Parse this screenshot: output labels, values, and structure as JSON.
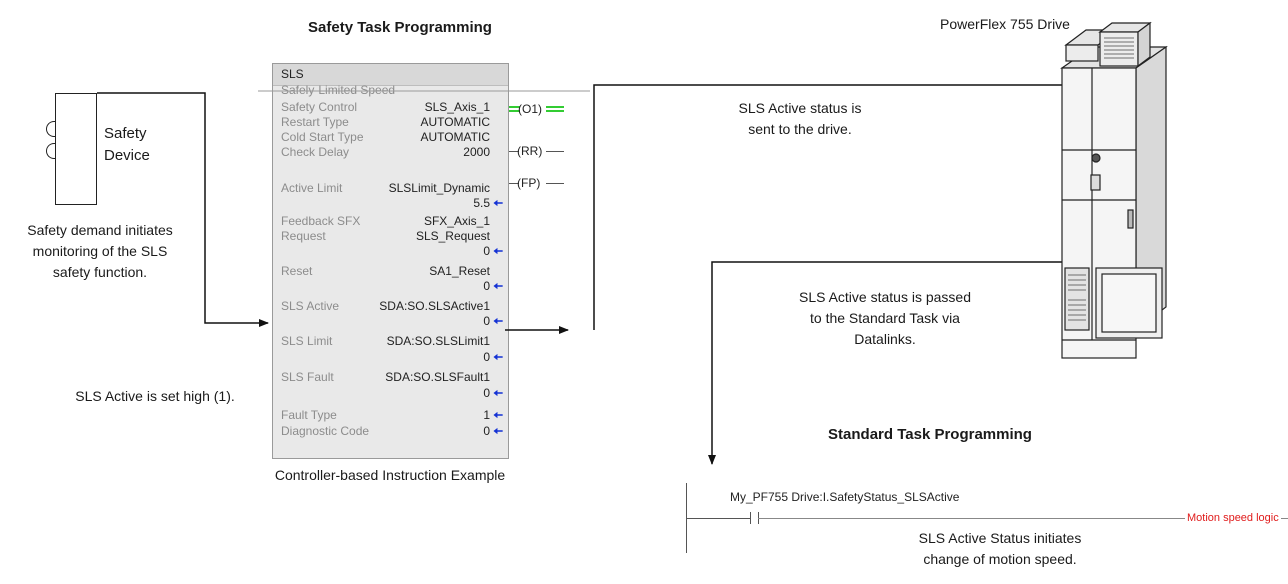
{
  "titles": {
    "safety_task": "Safety Task Programming",
    "drive": "PowerFlex 755 Drive",
    "standard_task": "Standard Task Programming"
  },
  "safety_device": {
    "label_line1": "Safety",
    "label_line2": "Device"
  },
  "captions": {
    "demand_line1": "Safety demand initiates",
    "demand_line2": "monitoring of the SLS",
    "demand_line3": "safety function.",
    "sls_active_high": "SLS Active is set high (1).",
    "sent_line1": "SLS Active status is",
    "sent_line2": "sent to the drive.",
    "passed_line1": "SLS Active status is passed",
    "passed_line2": "to the Standard Task via",
    "passed_line3": "Datalinks.",
    "instruction_example": "Controller-based Instruction Example",
    "initiates_line1": "SLS Active Status initiates",
    "initiates_line2": "change of motion speed."
  },
  "sls_block": {
    "name": "SLS",
    "description": "Safely-Limited Speed",
    "rows": [
      {
        "label": "Safety Control",
        "value": "SLS_Axis_1"
      },
      {
        "label": "Restart Type",
        "value": "AUTOMATIC"
      },
      {
        "label": "Cold Start Type",
        "value": "AUTOMATIC"
      },
      {
        "label": "Check Delay",
        "value": "2000"
      },
      {
        "label": "Active Limit",
        "value": "SLSLimit_Dynamic",
        "sub": "5.5"
      },
      {
        "label": "Feedback SFX",
        "value": "SFX_Axis_1"
      },
      {
        "label": "Request",
        "value": "SLS_Request",
        "sub": "0"
      },
      {
        "label": "Reset",
        "value": "SA1_Reset",
        "sub": "0"
      },
      {
        "label": "SLS Active",
        "value": "SDA:SO.SLSActive1",
        "sub": "0"
      },
      {
        "label": "SLS Limit",
        "value": "SDA:SO.SLSLimit1",
        "sub": "0"
      },
      {
        "label": "SLS Fault",
        "value": "SDA:SO.SLSFault1",
        "sub": "0"
      },
      {
        "label": "Fault Type",
        "value": "1"
      },
      {
        "label": "Diagnostic Code",
        "value": "0"
      }
    ],
    "outputs": [
      "O1",
      "RR",
      "FP"
    ],
    "arrow_glyph": "🠄"
  },
  "ladder": {
    "tag": "My_PF755 Drive:I.SafetyStatus_SLSActive",
    "output_label": "Motion speed logic"
  },
  "colors": {
    "value_arrow": "#1432d4",
    "energized_output": "#33cc33",
    "motion_logic_text": "#e01b1b"
  }
}
